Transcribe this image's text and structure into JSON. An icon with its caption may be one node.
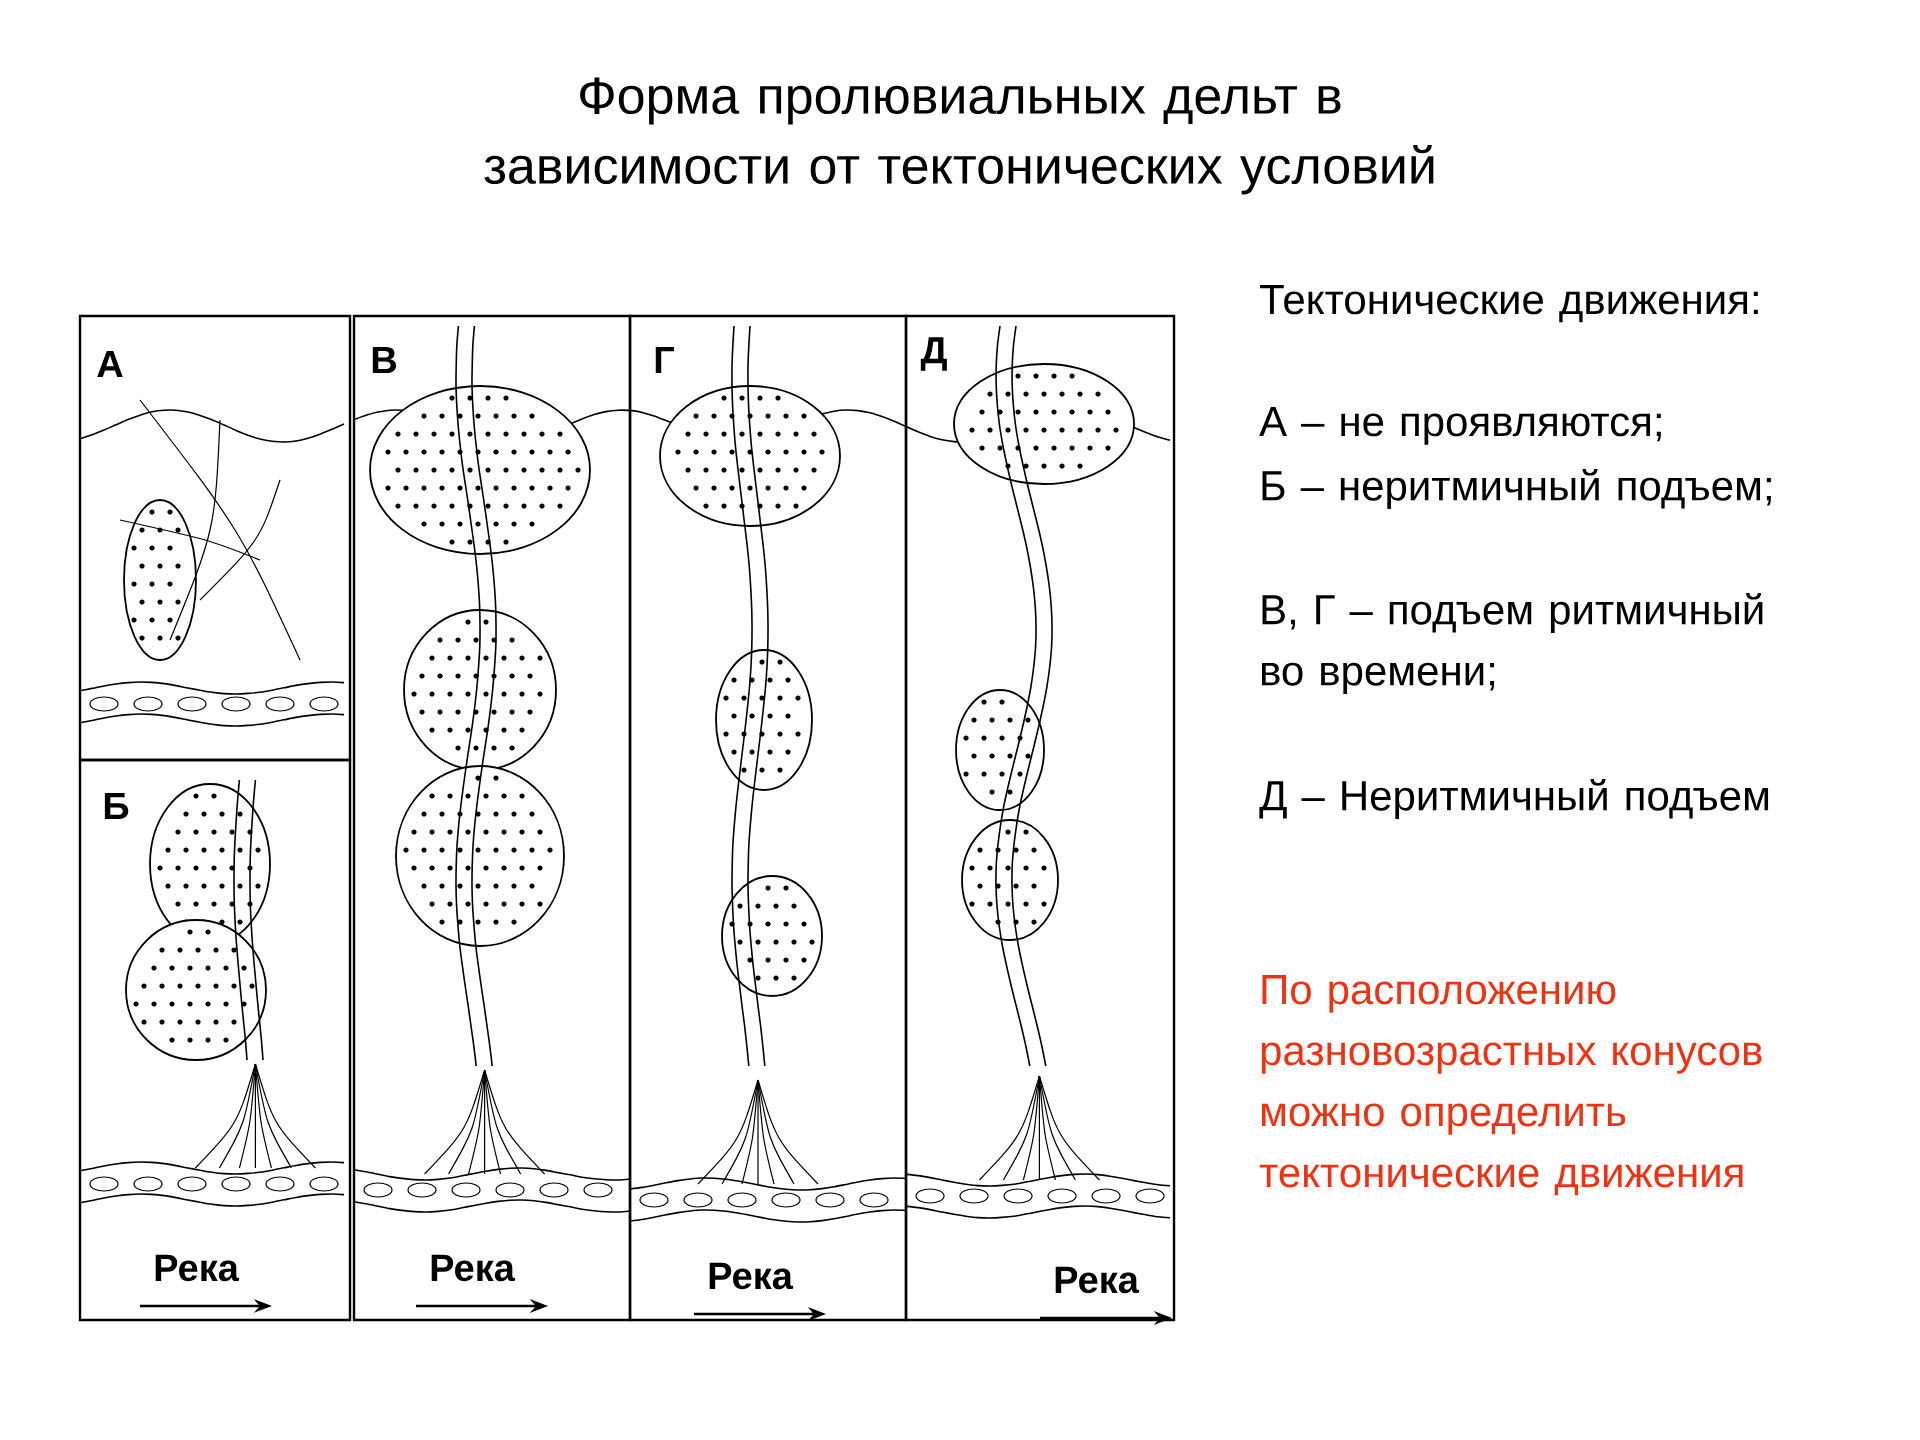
{
  "diagram": {
    "title": "Форма пролювиальных дельт в зависимости от тектонических условий",
    "labels": [
      "А",
      "В",
      "Г",
      "Д",
      "Б",
      "Река",
      "Река",
      "Река",
      "Река",
      "Тектонические движения:",
      "А – не проявляются;",
      "Б – неритмичный подъем;",
      "В, Г – подъем ритмичный во времени;",
      "Д – Неритмичный подъем",
      "По расположению разновозрастных конусов можно определить тектонические движения"
    ]
  }
}
